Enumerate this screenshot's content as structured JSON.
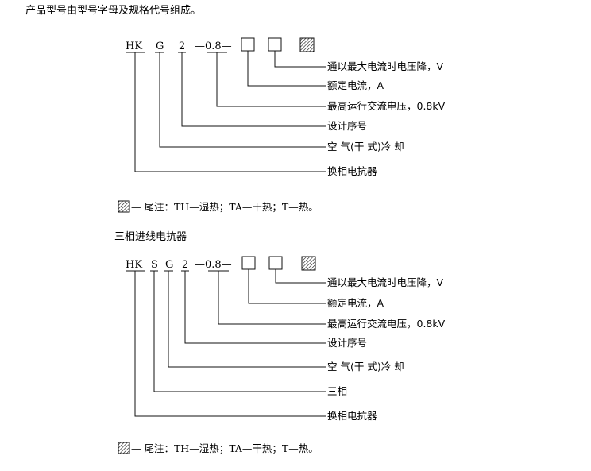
{
  "intro": "产品型号由型号字母及规格代号组成。",
  "section2_title": "三相进线电抗器",
  "diagram1": {
    "code": [
      "HK",
      "G",
      "2",
      "—0.8—"
    ],
    "labels": [
      "通以最大电流时电压降，V",
      "额定电流，A",
      "最高运行交流电压，0.8kV",
      "设计序号",
      "空 气(干 式)冷 却",
      "换相电抗器"
    ],
    "note": "— 尾注：TH—湿热；TA—干热；T—热。"
  },
  "diagram2": {
    "code": [
      "HK",
      "S",
      "G",
      "2",
      "—0.8—"
    ],
    "labels": [
      "通以最大电流时电压降，V",
      "额定电流，A",
      "最高运行交流电压，0.8kV",
      "设计序号",
      "空 气(干 式)冷 却",
      "三相",
      "换相电抗器"
    ],
    "note": "— 尾注：TH—湿热；TA—干热；T—热。"
  },
  "colors": {
    "ink": "#111111",
    "background": "#ffffff"
  }
}
